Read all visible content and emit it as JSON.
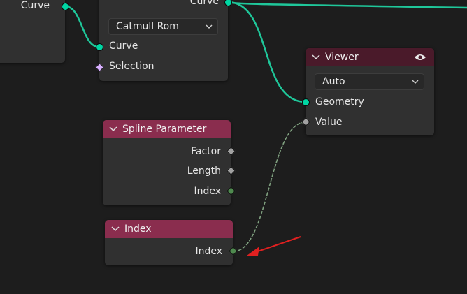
{
  "left_node": {
    "output_label": "Curve"
  },
  "resample_node": {
    "output_label": "Curve",
    "mode_value": "Catmull Rom",
    "input_curve_label": "Curve",
    "input_selection_label": "Selection"
  },
  "viewer_node": {
    "title": "Viewer",
    "domain_value": "Auto",
    "geometry_label": "Geometry",
    "value_label": "Value"
  },
  "spline_param_node": {
    "title": "Spline Parameter",
    "factor_label": "Factor",
    "length_label": "Length",
    "index_label": "Index"
  },
  "index_node": {
    "title": "Index",
    "index_label": "Index"
  },
  "colors": {
    "geometry_socket": "#00d6a3",
    "field_header": "#8a2d4e",
    "viewer_header": "#4a1a2a",
    "integer_socket": "#4f8a4f",
    "float_socket": "#a1a1a1",
    "selection_socket": "#d8b0ff",
    "arrow": "#e02020"
  }
}
